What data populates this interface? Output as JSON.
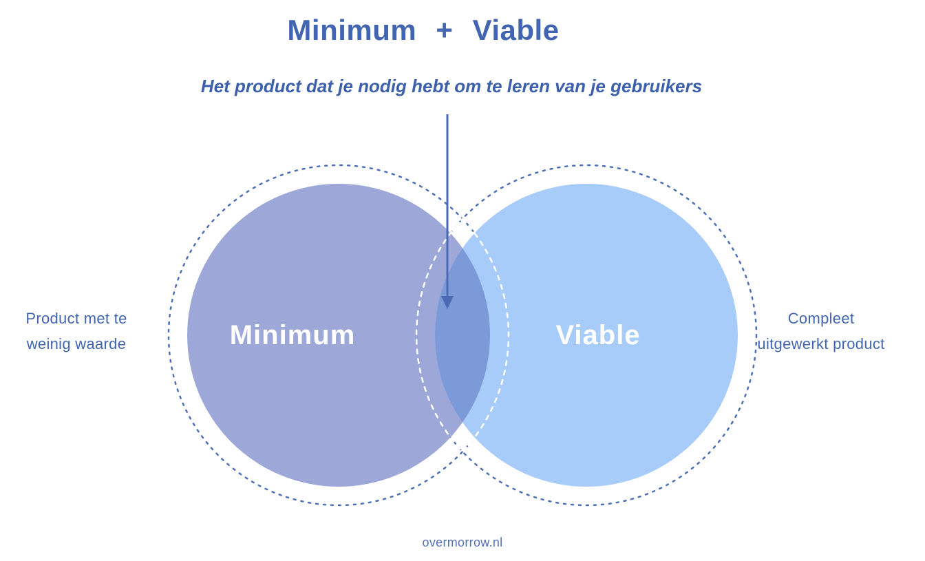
{
  "title": "Minimum + Viable",
  "subtitle": "Het product dat je nodig hebt om te leren van je gebruikers",
  "venn": {
    "left_circle_label": "Minimum",
    "right_circle_label": "Viable"
  },
  "annotations": {
    "left": "Product met te\nweinig waarde",
    "right": "Compleet\nuitgewerkt product"
  },
  "footer": "overmorrow.nl",
  "colors": {
    "title_text": "#4165b0",
    "subtitle_text": "#3c60ab",
    "annotation_text": "#4165b0",
    "minimum_fill": "#9da8d9",
    "viable_fill": "#a8ccf9",
    "overlap_fill": "#7c9ad8",
    "dashed_outline": "#4c6fb8",
    "overlap_outline": "#ffffff",
    "arrow": "#4a6bb4",
    "circle_label_text": "#ffffff",
    "footer_text": "#5471b3"
  }
}
